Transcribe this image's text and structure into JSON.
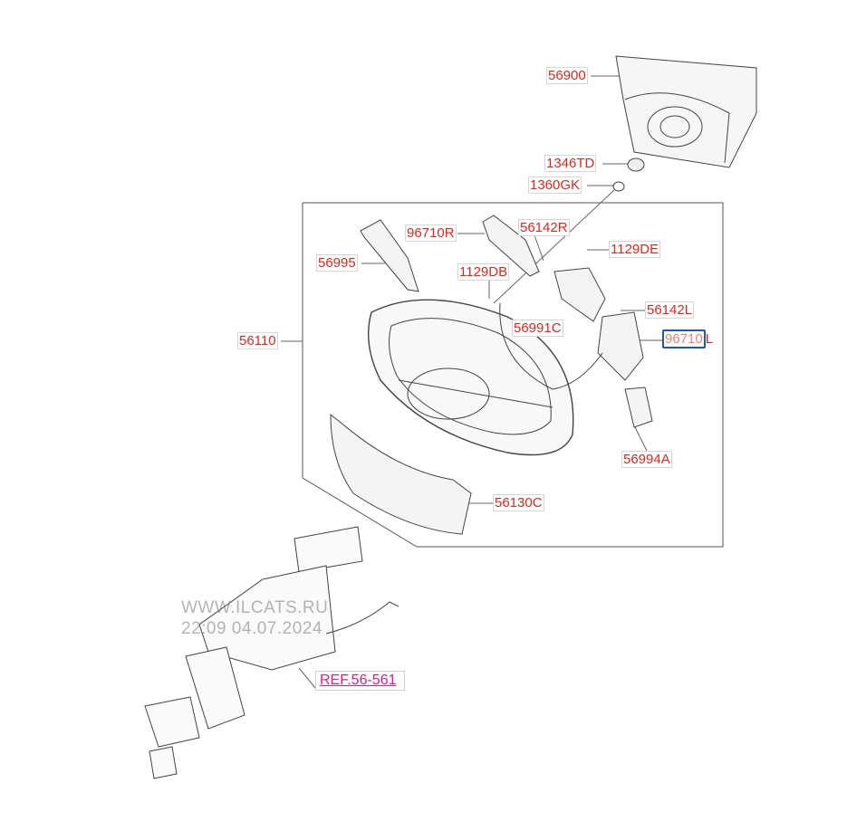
{
  "diagram": {
    "parts": [
      {
        "id": "56900",
        "num": "56900",
        "suffix": ""
      },
      {
        "id": "1346TD",
        "num": "1346TD",
        "suffix": ""
      },
      {
        "id": "1360GK",
        "num": "1360GK",
        "suffix": ""
      },
      {
        "id": "96710R",
        "num": "96710R",
        "suffix": ""
      },
      {
        "id": "56142R",
        "num": "56142R",
        "suffix": ""
      },
      {
        "id": "56995",
        "num": "56995",
        "suffix": ""
      },
      {
        "id": "1129DE",
        "num": "1129DE",
        "suffix": ""
      },
      {
        "id": "1129DB",
        "num": "1129DB",
        "suffix": ""
      },
      {
        "id": "56142L",
        "num": "56142L",
        "suffix": ""
      },
      {
        "id": "56991C",
        "num": "56991C",
        "suffix": ""
      },
      {
        "id": "96710L",
        "num": "96710",
        "suffix": "L"
      },
      {
        "id": "56110",
        "num": "56110",
        "suffix": ""
      },
      {
        "id": "56994A",
        "num": "56994A",
        "suffix": ""
      },
      {
        "id": "56130C",
        "num": "56130C",
        "suffix": ""
      }
    ],
    "reference": "REF.56-561",
    "watermark": {
      "line1": "WWW.ILCATS.RU",
      "line2": "22:09 04.07.2024"
    },
    "colors": {
      "label": "#e8241c",
      "reference": "#e0207a",
      "selected_border": "#1a56c4"
    }
  }
}
